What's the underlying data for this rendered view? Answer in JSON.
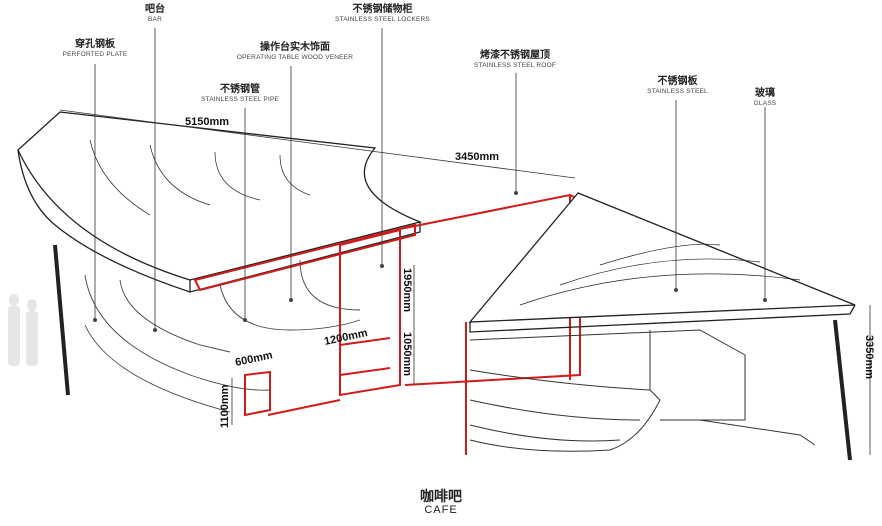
{
  "labels": {
    "bar": {
      "cn": "吧台",
      "en": "BAR"
    },
    "lockers": {
      "cn": "不锈钢储物柜",
      "en": "STAINLESS STEEL LOCKERS"
    },
    "perforated": {
      "cn": "穿孔钢板",
      "en": "PERFORTED PLATE"
    },
    "wood": {
      "cn": "操作台实木饰面",
      "en": "OPERATING TABLE WOOD VENEER"
    },
    "pipe": {
      "cn": "不锈钢管",
      "en": "STAINLESS STEEL  PIPE"
    },
    "roof": {
      "cn": "烤漆不锈钢屋顶",
      "en": "STAINLESS STEEL ROOF"
    },
    "steel": {
      "cn": "不锈钢板",
      "en": "STAINLESS STEEL"
    },
    "glass": {
      "cn": "玻璃",
      "en": "GLASS"
    }
  },
  "dimensions": {
    "d5150": "5150mm",
    "d3450": "3450mm",
    "d1950": "1950mm",
    "d1050": "1050mm",
    "d1200": "1200mm",
    "d600": "600mm",
    "d1100": "1100mm",
    "d3350": "3350mm"
  },
  "title": {
    "cn": "咖啡吧",
    "en": "CAFE"
  },
  "colors": {
    "frame": "#d11a1a",
    "line": "#222222"
  }
}
